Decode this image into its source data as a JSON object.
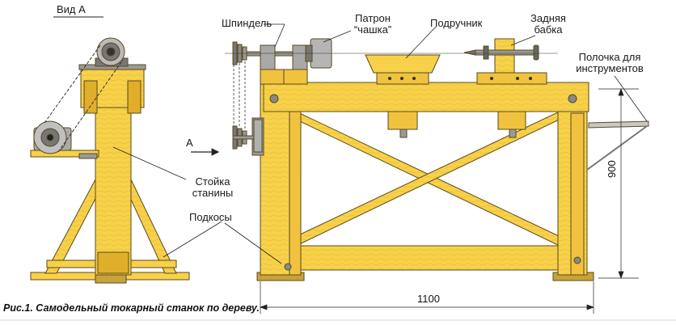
{
  "labels": {
    "view_a": "Вид А",
    "spindle": "Шпиндель",
    "chuck_line1": "Патрон",
    "chuck_line2": "“чашка”",
    "tool_rest": "Подручник",
    "tailstock_line1": "Задняя",
    "tailstock_line2": "бабка",
    "tool_shelf_line1": "Полочка для",
    "tool_shelf_line2": "инструментов",
    "frame_post_line1": "Стойка",
    "frame_post_line2": "станины",
    "braces": "Подкосы",
    "arrow_a": "А"
  },
  "dimensions": {
    "height": "900",
    "length": "1100"
  },
  "caption": "Рис.1. Самодельный токарный станок по дереву.",
  "colors": {
    "wood": "#f7d14a",
    "wood_dark": "#e0ae2a",
    "outline": "#5a4a1e",
    "metal": "#9a9a9a",
    "metal_dark": "#555555",
    "text": "#1a1a1a"
  }
}
